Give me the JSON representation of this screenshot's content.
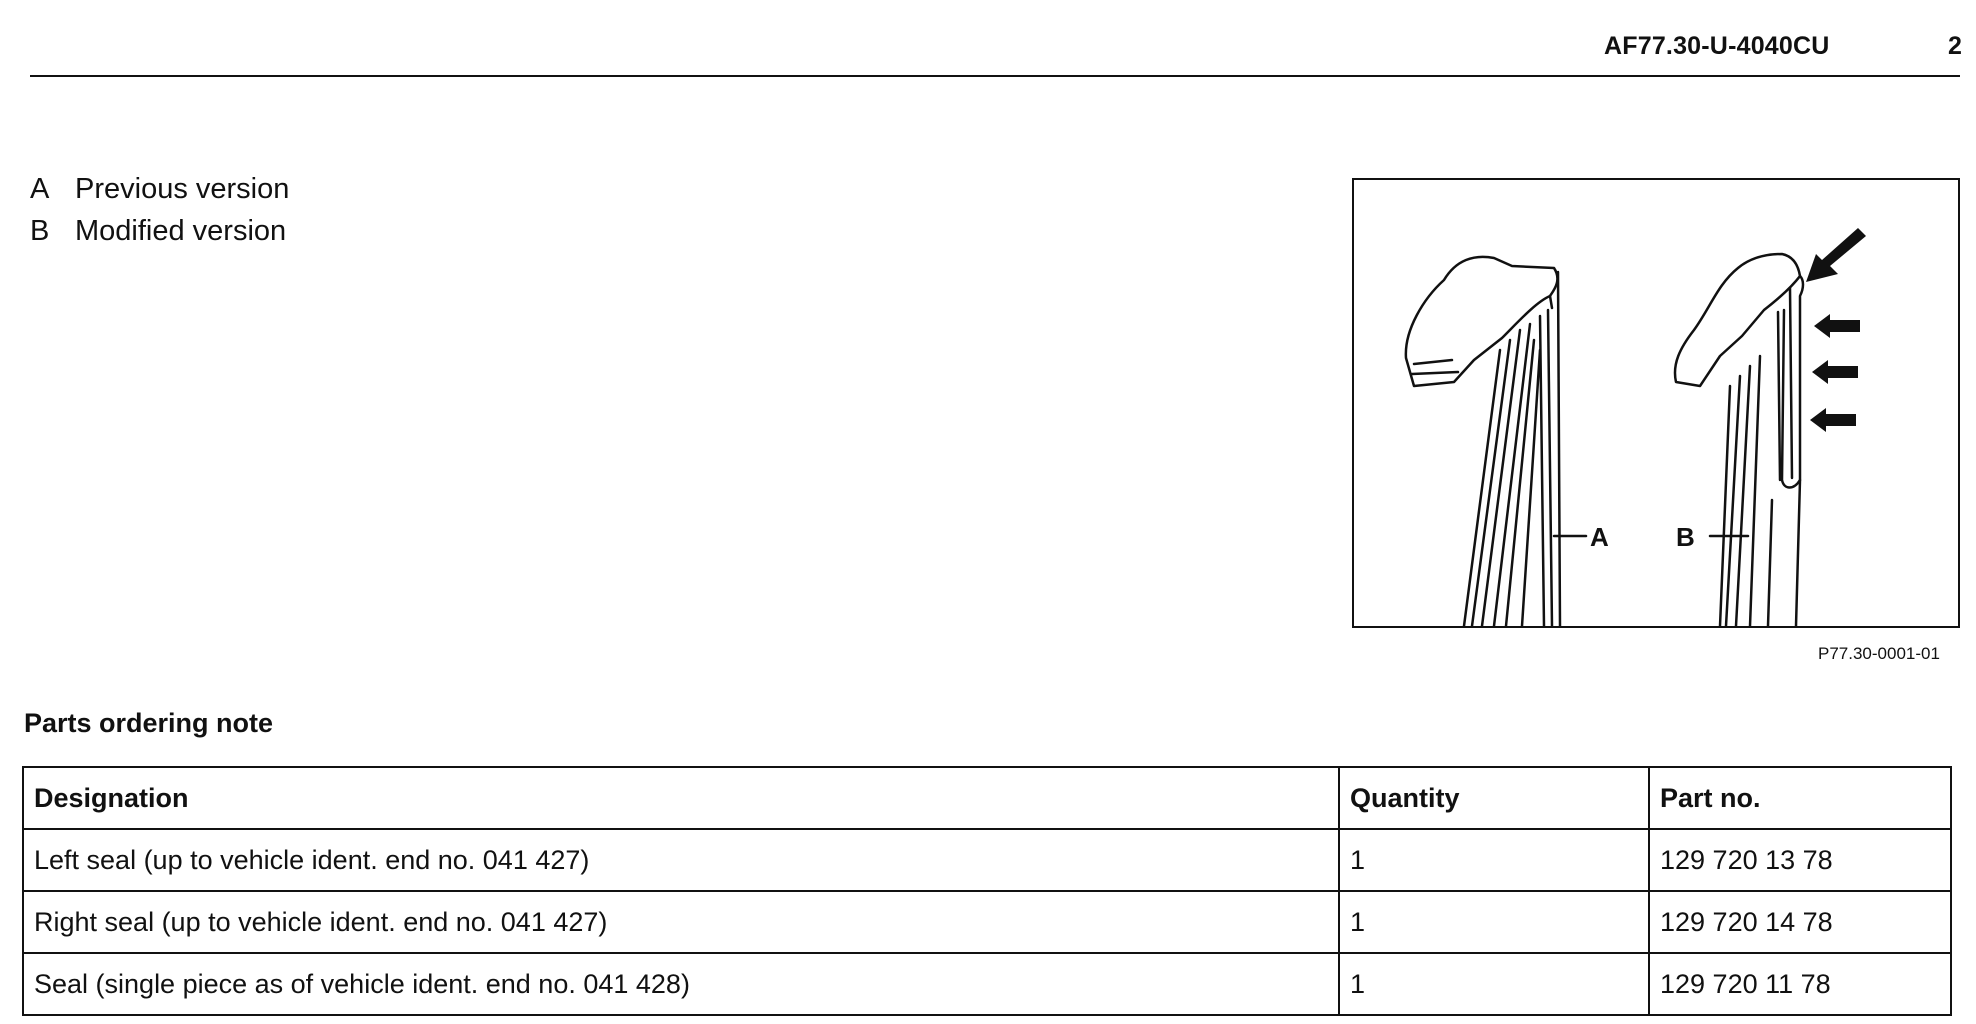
{
  "header": {
    "doc_code": "AF77.30-U-4040CU",
    "page_number": "2"
  },
  "legend": [
    {
      "key": "A",
      "text": "Previous version"
    },
    {
      "key": "B",
      "text": "Modified version"
    }
  ],
  "figure": {
    "label_a": "A",
    "label_b": "B",
    "reference": "P77.30-0001-01"
  },
  "parts": {
    "title": "Parts ordering note",
    "headers": [
      "Designation",
      "Quantity",
      "Part no."
    ],
    "rows": [
      [
        "Left seal (up to vehicle ident. end no. 041 427)",
        "1",
        "129 720 13 78"
      ],
      [
        "Right seal (up to vehicle ident. end no. 041 427)",
        "1",
        "129 720 14 78"
      ],
      [
        "Seal (single piece as of vehicle ident. end no. 041 428)",
        "1",
        "129 720 11 78"
      ]
    ]
  }
}
